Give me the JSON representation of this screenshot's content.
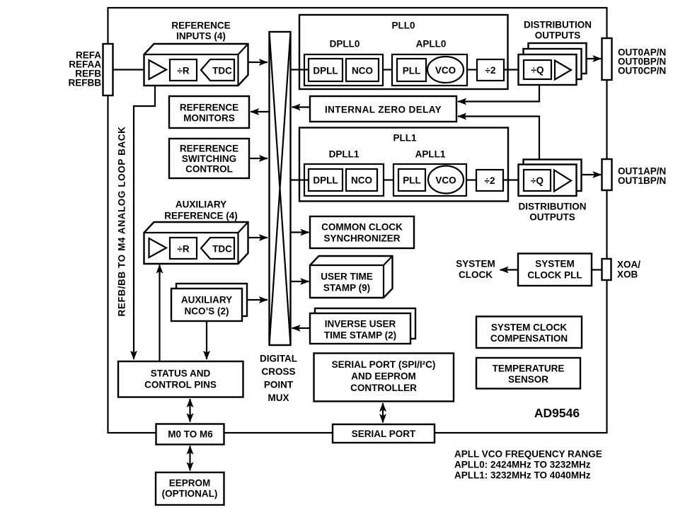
{
  "chip": {
    "part_label": "AD9546",
    "ink_color": "#000000",
    "background_color": "#ffffff"
  },
  "reference_inputs": {
    "pin_labels": [
      "REFA",
      "REFAA",
      "REFB",
      "REFBB"
    ],
    "title": [
      "REFERENCE",
      "INPUTS (4)"
    ],
    "buffer_icon": "amplifier-triangle",
    "divider": "÷R",
    "tdc": "TDC"
  },
  "loopback_label": "REFB/BB TO M4 ANALOG LOOP BACK",
  "reference_monitors": {
    "lines": [
      "REFERENCE",
      "MONITORS"
    ]
  },
  "reference_switching": {
    "lines": [
      "REFERENCE",
      "SWITCHING",
      "CONTROL"
    ]
  },
  "aux_reference": {
    "title": [
      "AUXILIARY",
      "REFERENCE (4)"
    ],
    "buffer_icon": "amplifier-triangle",
    "divider": "÷R",
    "tdc": "TDC"
  },
  "aux_nco": {
    "lines": [
      "AUXILIARY",
      "NCO’S (2)"
    ]
  },
  "crosspoint_mux": {
    "label": [
      "DIGITAL",
      "CROSS",
      "POINT",
      "MUX"
    ]
  },
  "pll0": {
    "title": "PLL0",
    "dpll_title": "DPLL0",
    "apll_title": "APLL0",
    "dpll": "DPLL",
    "nco": "NCO",
    "pll": "PLL",
    "vco": "VCO",
    "div2": "÷2"
  },
  "pll1": {
    "title": "PLL1",
    "dpll_title": "DPLL1",
    "apll_title": "APLL1",
    "dpll": "DPLL",
    "nco": "NCO",
    "pll": "PLL",
    "vco": "VCO",
    "div2": "÷2"
  },
  "zero_delay": {
    "label": "INTERNAL ZERO DELAY"
  },
  "distribution0": {
    "title": [
      "DISTRIBUTION",
      "OUTPUTS"
    ],
    "divq": "÷Q",
    "buffer_icon": "amplifier-triangle",
    "pin_labels": [
      "OUT0AP/N",
      "OUT0BP/N",
      "OUT0CP/N"
    ]
  },
  "distribution1": {
    "title": [
      "DISTRIBUTION",
      "OUTPUTS"
    ],
    "divq": "÷Q",
    "buffer_icon": "amplifier-triangle",
    "pin_labels": [
      "OUT1AP/N",
      "OUT1BP/N"
    ]
  },
  "common_clock_synchronizer": {
    "lines": [
      "COMMON CLOCK",
      "SYNCHRONIZER"
    ]
  },
  "user_time_stamp": {
    "lines": [
      "USER TIME",
      "STAMP (9)"
    ]
  },
  "inverse_user_time_stamp": {
    "lines": [
      "INVERSE USER",
      "TIME STAMP (2)"
    ]
  },
  "system_clock": {
    "output_label": [
      "SYSTEM",
      "CLOCK"
    ],
    "pll_box": [
      "SYSTEM",
      "CLOCK PLL"
    ],
    "xo_pin_labels": [
      "XOA/",
      "XOB"
    ]
  },
  "system_clock_compensation": {
    "lines": [
      "SYSTEM CLOCK",
      "COMPENSATION"
    ]
  },
  "temperature_sensor": {
    "lines": [
      "TEMPERATURE",
      "SENSOR"
    ]
  },
  "status_control_pins": {
    "lines": [
      "STATUS AND",
      "CONTROL PINS"
    ]
  },
  "serial_port_controller": {
    "lines": [
      "SERIAL PORT (SPI/I²C)",
      "AND EEPROM",
      "CONTROLLER"
    ]
  },
  "serial_port": {
    "label": "SERIAL PORT"
  },
  "m_pins": {
    "label": "M0 TO M6"
  },
  "eeprom": {
    "lines": [
      "EEPROM",
      "(OPTIONAL)"
    ]
  },
  "footnote": {
    "lines": [
      "APLL VCO FREQUENCY RANGE",
      "APLL0: 2424MHz TO 3232MHz",
      "APLL1: 3232MHz TO 4040MHz"
    ]
  }
}
